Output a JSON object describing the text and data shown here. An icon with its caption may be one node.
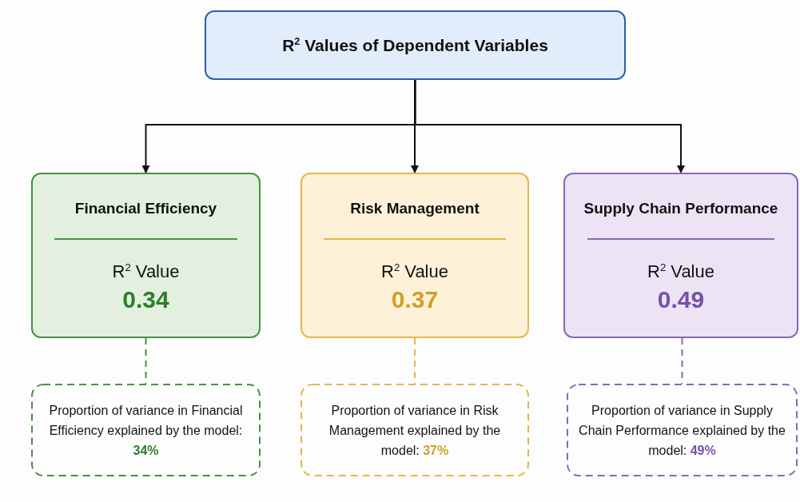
{
  "diagram": {
    "nodes": [
      {
        "text": [
          "R$^{2}$  Values of Dependent Variables"
        ]
      },
      {
        "text": [
          "Financial Efficiency",
          "R$^{2}$ Value",
          "0.34"
        ]
      },
      {
        "text": [
          "Risk Management",
          "R$^{2}$ Value",
          "0.37"
        ]
      },
      {
        "text": [
          "Supply Chain Performance",
          "R$^{2}$ Value",
          "0.49"
        ]
      },
      {
        "text": [
          "Proportion of variance in Financial Efficiency explained by the model: **34%**"
        ]
      },
      {
        "text": [
          "Proportion of variance in Risk Management explained by the model: **37%**"
        ]
      },
      {
        "text": [
          "Proportion of variance in Supply Chain Performance explained by the model: **49%**"
        ]
      }
    ],
    "edges": [
      {
        "from": 0,
        "to": 1,
        "arrow": "to"
      },
      {
        "from": 0,
        "to": 2,
        "arrow": "to"
      },
      {
        "from": 0,
        "to": 3,
        "arrow": "to"
      },
      {
        "from": 1,
        "to": 4,
        "arrow": "none",
        "style": "dashed",
        "color": "#4a8f45"
      },
      {
        "from": 2,
        "to": 5,
        "arrow": "none",
        "style": "dashed",
        "color": "#e0b84a"
      },
      {
        "from": 3,
        "to": 6,
        "arrow": "none",
        "style": "dashed",
        "color": "#8a68b5"
      }
    ]
  }
}
